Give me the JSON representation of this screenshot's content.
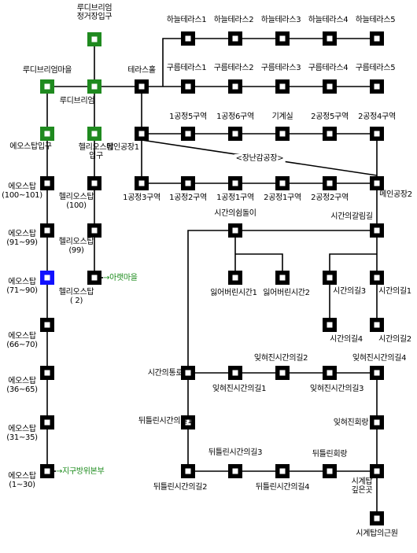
{
  "colors": {
    "background": "#ffffff",
    "line": "#000000",
    "node_black": "#000000",
    "node_green": "#1f8a1f",
    "node_blue": "#1010ff",
    "text_green": "#1a8a1a"
  },
  "nodes": [
    {
      "id": "n-ludi-station",
      "style": "green",
      "label": "루디브리엄\n정거장입구"
    },
    {
      "id": "n-ludi-village",
      "style": "green",
      "label": "루디브리엄마을"
    },
    {
      "id": "n-ludi",
      "style": "green",
      "label": "루디브리엄"
    },
    {
      "id": "n-eos-ent",
      "style": "green",
      "label": "에오스탑입구"
    },
    {
      "id": "n-helios-ent",
      "style": "green",
      "label": "헬리오스탑\n입구"
    },
    {
      "id": "n-terrace-hall",
      "style": "black",
      "label": "테라스홀"
    },
    {
      "id": "n-sky1",
      "style": "black",
      "label": "하늘테라스1"
    },
    {
      "id": "n-sky2",
      "style": "black",
      "label": "하늘테라스2"
    },
    {
      "id": "n-sky3",
      "style": "black",
      "label": "하늘테라스3"
    },
    {
      "id": "n-sky4",
      "style": "black",
      "label": "하늘테라스4"
    },
    {
      "id": "n-sky5",
      "style": "black",
      "label": "하늘테라스5"
    },
    {
      "id": "n-cloud1",
      "style": "black",
      "label": "구름테라스1"
    },
    {
      "id": "n-cloud2",
      "style": "black",
      "label": "구름테라스2"
    },
    {
      "id": "n-cloud3",
      "style": "black",
      "label": "구름테라스3"
    },
    {
      "id": "n-cloud4",
      "style": "black",
      "label": "구름테라스4"
    },
    {
      "id": "n-cloud5",
      "style": "black",
      "label": "구름테라스5"
    },
    {
      "id": "n-main1",
      "style": "black",
      "label": "메인공장1"
    },
    {
      "id": "n-f1z5",
      "style": "black",
      "label": "1공정5구역"
    },
    {
      "id": "n-f1z6",
      "style": "black",
      "label": "1공정6구역"
    },
    {
      "id": "n-machine",
      "style": "black",
      "label": "기계실"
    },
    {
      "id": "n-f2z5",
      "style": "black",
      "label": "2공정5구역"
    },
    {
      "id": "n-f2z4",
      "style": "black",
      "label": "2공정4구역"
    },
    {
      "id": "n-f1z3",
      "style": "black",
      "label": "1공정3구역"
    },
    {
      "id": "n-f1z2",
      "style": "black",
      "label": "1공정2구역"
    },
    {
      "id": "n-f1z1",
      "style": "black",
      "label": "1공정1구역"
    },
    {
      "id": "n-f2z1",
      "style": "black",
      "label": "2공정1구역"
    },
    {
      "id": "n-f2z2",
      "style": "black",
      "label": "2공정2구역"
    },
    {
      "id": "n-main2",
      "style": "black",
      "label": "메인공장2"
    },
    {
      "id": "n-eos-100",
      "style": "black",
      "label": "에오스탑\n(100~101)"
    },
    {
      "id": "n-eos-91",
      "style": "black",
      "label": "에오스탑\n(91~99)"
    },
    {
      "id": "n-eos-71",
      "style": "blue",
      "label": "에오스탑\n(71~90)"
    },
    {
      "id": "n-eos-66",
      "style": "black",
      "label": "에오스탑\n(66~70)"
    },
    {
      "id": "n-eos-36",
      "style": "black",
      "label": "에오스탑\n(36~65)"
    },
    {
      "id": "n-eos-31",
      "style": "black",
      "label": "에오스탑\n(31~35)"
    },
    {
      "id": "n-eos-1",
      "style": "black",
      "label": "에오스탑\n(1~30)"
    },
    {
      "id": "n-hel-100",
      "style": "black",
      "label": "헬리오스탑\n(100)"
    },
    {
      "id": "n-hel-99",
      "style": "black",
      "label": "헬리오스탑\n(99)"
    },
    {
      "id": "n-hel-2",
      "style": "black",
      "label": "헬리오스탑\n( 2)"
    },
    {
      "id": "n-time-rest",
      "style": "black",
      "label": "시간의쉼돌이"
    },
    {
      "id": "n-lost-time1",
      "style": "black",
      "label": "잃어버린시간1"
    },
    {
      "id": "n-lost-time2",
      "style": "black",
      "label": "잃어버린시간2"
    },
    {
      "id": "n-time-cross",
      "style": "black",
      "label": "시간의갈림길"
    },
    {
      "id": "n-time-road3",
      "style": "black",
      "label": "시간의길3"
    },
    {
      "id": "n-time-road1",
      "style": "black",
      "label": "시간의길1"
    },
    {
      "id": "n-time-road4",
      "style": "black",
      "label": "시간의길4"
    },
    {
      "id": "n-time-road2",
      "style": "black",
      "label": "시간의길2"
    },
    {
      "id": "n-time-passage",
      "style": "black",
      "label": "시간의통로"
    },
    {
      "id": "n-forgot1",
      "style": "black",
      "label": "잊혀진시간의길1"
    },
    {
      "id": "n-forgot2",
      "style": "black",
      "label": "잊혀진시간의길2"
    },
    {
      "id": "n-forgot3",
      "style": "black",
      "label": "잊혀진시간의길3"
    },
    {
      "id": "n-forgot4",
      "style": "black",
      "label": "잊혀진시간의길4"
    },
    {
      "id": "n-forgot-corr",
      "style": "black",
      "label": "잊혀진회랑"
    },
    {
      "id": "n-twist1",
      "style": "black",
      "label": "뒤틀린시간의길1"
    },
    {
      "id": "n-twist2",
      "style": "black",
      "label": "뒤틀린시간의길2"
    },
    {
      "id": "n-twist3",
      "style": "black",
      "label": "뒤틀린시간의길3"
    },
    {
      "id": "n-twist4",
      "style": "black",
      "label": "뒤틀린시간의길4"
    },
    {
      "id": "n-twist-corr",
      "style": "black",
      "label": "뒤틀린회랑"
    },
    {
      "id": "n-clock-depth",
      "style": "black",
      "label": "시계탑\n깊은곳"
    },
    {
      "id": "n-clock-origin",
      "style": "black",
      "label": "시계탑의근원"
    }
  ],
  "exits": [
    {
      "id": "exit-arae",
      "text": "→아랫마을"
    },
    {
      "id": "exit-jigu",
      "text": "→지구방위본부"
    }
  ],
  "notes": [
    {
      "id": "toy-factory-label",
      "text": "<장난감공장>"
    }
  ]
}
